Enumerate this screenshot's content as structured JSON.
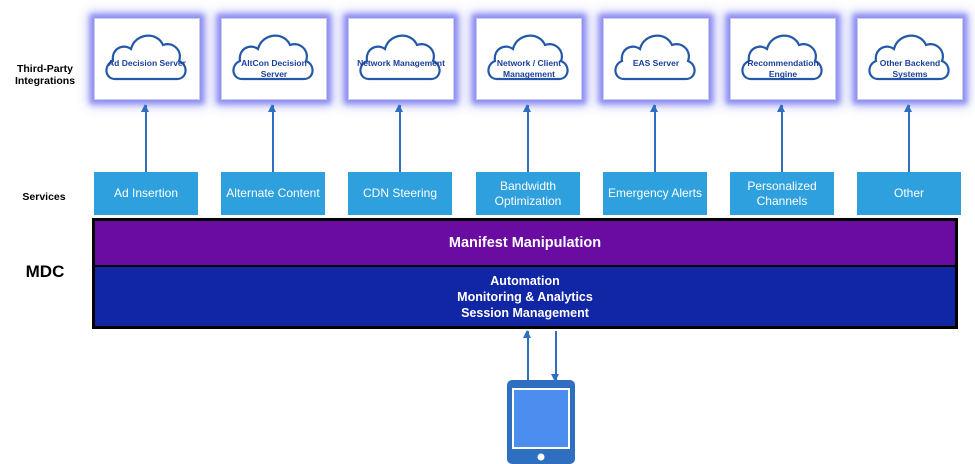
{
  "labels": {
    "third_party": "Third-Party Integrations",
    "services": "Services",
    "mdc": "MDC"
  },
  "integrations": [
    "Ad Decision Server",
    "AltCon Decision Server",
    "Network Management",
    "Network / Client Management",
    "EAS Server",
    "Recommendation Engine",
    "Other Backend Systems"
  ],
  "services": [
    "Ad Insertion",
    "Alternate Content",
    "CDN Steering",
    "Bandwidth Optimization",
    "Emergency Alerts",
    "Personalized Channels",
    "Other"
  ],
  "mdc": {
    "manifest": "Manifest Manipulation",
    "automation": "Automation",
    "monitoring": "Monitoring & Analytics",
    "session": "Session Management"
  },
  "icons": {
    "integration": "cloud-icon",
    "client": "tablet-icon"
  },
  "colors": {
    "service_fill": "#2ea0de",
    "manifest_fill": "#6a0ba1",
    "automation_fill": "#1026a4",
    "cloud_glow": "#8d8ff0",
    "cloud_text": "#1b3f9c",
    "arrow": "#2f6fc1"
  }
}
